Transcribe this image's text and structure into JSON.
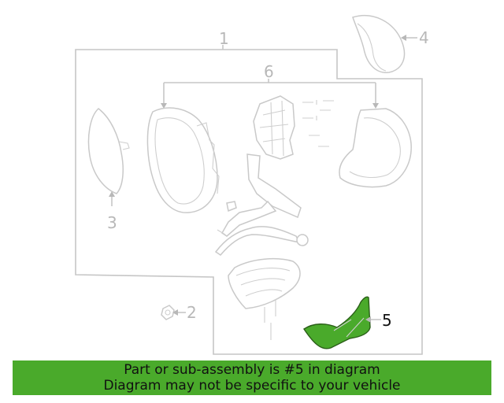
{
  "callouts": [
    {
      "id": "1",
      "label": "1"
    },
    {
      "id": "2",
      "label": "2"
    },
    {
      "id": "3",
      "label": "3"
    },
    {
      "id": "4",
      "label": "4"
    },
    {
      "id": "5",
      "label": "5"
    },
    {
      "id": "6",
      "label": "6"
    }
  ],
  "highlight": {
    "part": "5",
    "color": "#4aaa2b"
  },
  "banner": {
    "line1": "Part or sub-assembly is #5 in diagram",
    "line2": "Diagram may not be specific to your vehicle",
    "color": "#4aaa2b"
  }
}
